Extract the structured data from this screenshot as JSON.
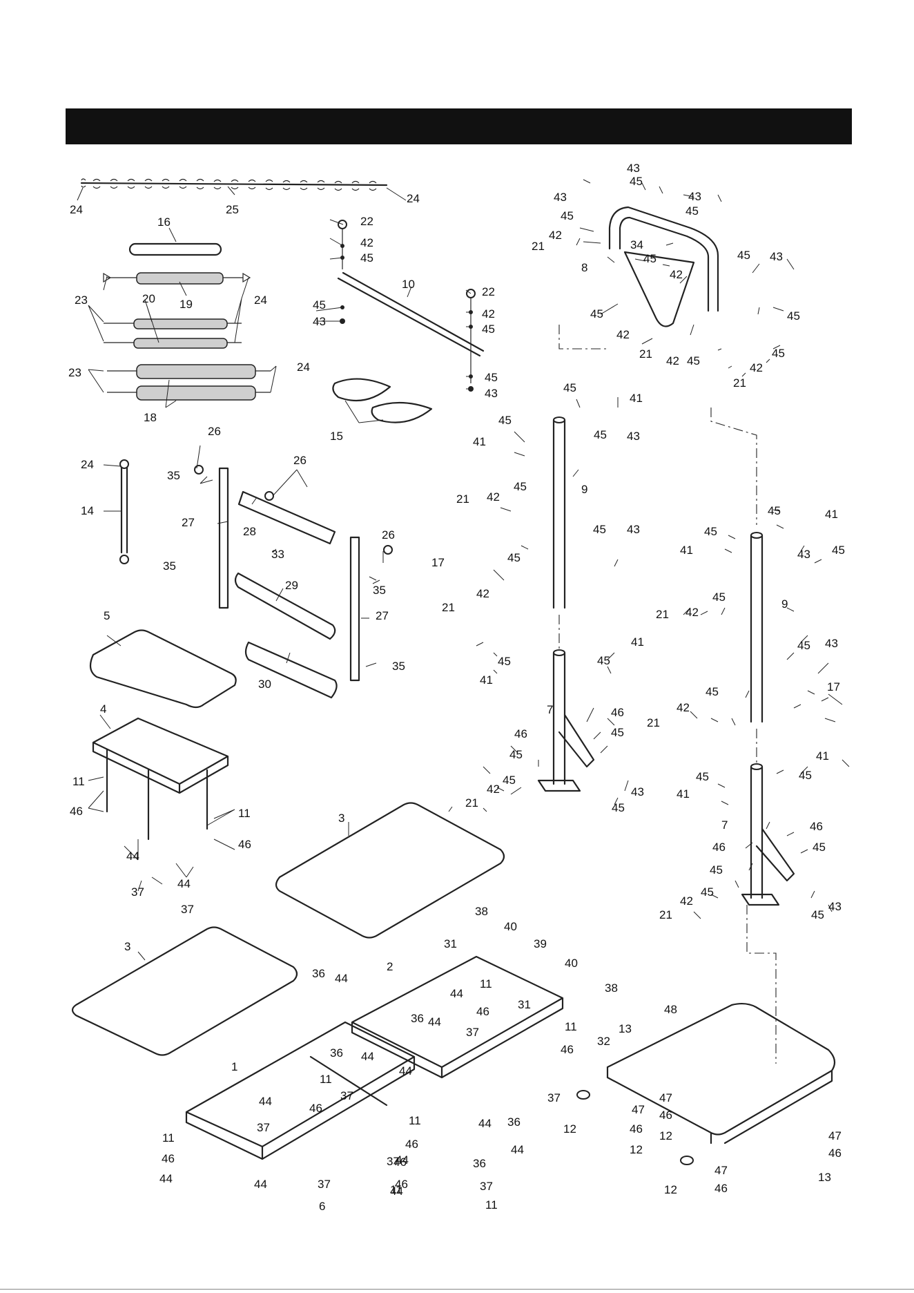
{
  "page": {
    "header_bar_color": "#111111",
    "callouts": [
      {
        "id": "c1",
        "text": "24"
      },
      {
        "id": "c2",
        "text": "25"
      },
      {
        "id": "c3",
        "text": "24"
      },
      {
        "id": "c4",
        "text": "16"
      },
      {
        "id": "c5",
        "text": "23"
      },
      {
        "id": "c6",
        "text": "19"
      },
      {
        "id": "c7",
        "text": "20"
      },
      {
        "id": "c8",
        "text": "24"
      },
      {
        "id": "c9",
        "text": "23"
      },
      {
        "id": "c10",
        "text": "24"
      },
      {
        "id": "c11",
        "text": "18"
      },
      {
        "id": "c12",
        "text": "22"
      },
      {
        "id": "c13",
        "text": "42"
      },
      {
        "id": "c14",
        "text": "45"
      },
      {
        "id": "c15",
        "text": "10"
      },
      {
        "id": "c16",
        "text": "45"
      },
      {
        "id": "c17",
        "text": "43"
      },
      {
        "id": "c18",
        "text": "22"
      },
      {
        "id": "c19",
        "text": "42"
      },
      {
        "id": "c20",
        "text": "45"
      },
      {
        "id": "c21",
        "text": "45"
      },
      {
        "id": "c22",
        "text": "43"
      },
      {
        "id": "c23",
        "text": "15"
      },
      {
        "id": "c24",
        "text": "24"
      },
      {
        "id": "c25",
        "text": "14"
      },
      {
        "id": "c26",
        "text": "26"
      },
      {
        "id": "c27",
        "text": "35"
      },
      {
        "id": "c28",
        "text": "26"
      },
      {
        "id": "c29",
        "text": "27"
      },
      {
        "id": "c30",
        "text": "28"
      },
      {
        "id": "c31",
        "text": "33"
      },
      {
        "id": "c32",
        "text": "26"
      },
      {
        "id": "c33",
        "text": "35"
      },
      {
        "id": "c34",
        "text": "35"
      },
      {
        "id": "c35",
        "text": "29"
      },
      {
        "id": "c36",
        "text": "27"
      },
      {
        "id": "c37",
        "text": "30"
      },
      {
        "id": "c38",
        "text": "35"
      },
      {
        "id": "c39",
        "text": "5"
      },
      {
        "id": "c40",
        "text": "4"
      },
      {
        "id": "c41",
        "text": "11"
      },
      {
        "id": "c42",
        "text": "46"
      },
      {
        "id": "c43",
        "text": "11"
      },
      {
        "id": "c44",
        "text": "46"
      },
      {
        "id": "c45",
        "text": "44"
      },
      {
        "id": "c46",
        "text": "44"
      },
      {
        "id": "c47",
        "text": "37"
      },
      {
        "id": "c48",
        "text": "37"
      },
      {
        "id": "c49",
        "text": "3"
      },
      {
        "id": "c50",
        "text": "3"
      },
      {
        "id": "c51",
        "text": "43"
      },
      {
        "id": "c52",
        "text": "45"
      },
      {
        "id": "c53",
        "text": "43"
      },
      {
        "id": "c54",
        "text": "45"
      },
      {
        "id": "c55",
        "text": "43"
      },
      {
        "id": "c56",
        "text": "45"
      },
      {
        "id": "c57",
        "text": "42"
      },
      {
        "id": "c58",
        "text": "21"
      },
      {
        "id": "c59",
        "text": "34"
      },
      {
        "id": "c60",
        "text": "8"
      },
      {
        "id": "c61",
        "text": "45"
      },
      {
        "id": "c62",
        "text": "42"
      },
      {
        "id": "c63",
        "text": "45"
      },
      {
        "id": "c64",
        "text": "43"
      },
      {
        "id": "c65",
        "text": "45"
      },
      {
        "id": "c66",
        "text": "45"
      },
      {
        "id": "c67",
        "text": "42"
      },
      {
        "id": "c68",
        "text": "21"
      },
      {
        "id": "c69",
        "text": "42"
      },
      {
        "id": "c70",
        "text": "45"
      },
      {
        "id": "c71",
        "text": "45"
      },
      {
        "id": "c72",
        "text": "42"
      },
      {
        "id": "c73",
        "text": "21"
      },
      {
        "id": "c74",
        "text": "45"
      },
      {
        "id": "c75",
        "text": "41"
      },
      {
        "id": "c76",
        "text": "45"
      },
      {
        "id": "c77",
        "text": "41"
      },
      {
        "id": "c78",
        "text": "45"
      },
      {
        "id": "c79",
        "text": "43"
      },
      {
        "id": "c80",
        "text": "45"
      },
      {
        "id": "c81",
        "text": "21"
      },
      {
        "id": "c82",
        "text": "42"
      },
      {
        "id": "c83",
        "text": "9"
      },
      {
        "id": "c84",
        "text": "17"
      },
      {
        "id": "c85",
        "text": "45"
      },
      {
        "id": "c86",
        "text": "43"
      },
      {
        "id": "c87",
        "text": "45"
      },
      {
        "id": "c88",
        "text": "42"
      },
      {
        "id": "c89",
        "text": "21"
      },
      {
        "id": "c90",
        "text": "41"
      },
      {
        "id": "c91",
        "text": "45"
      },
      {
        "id": "c92",
        "text": "41"
      },
      {
        "id": "c93",
        "text": "45"
      },
      {
        "id": "c94",
        "text": "7"
      },
      {
        "id": "c95",
        "text": "46"
      },
      {
        "id": "c96",
        "text": "46"
      },
      {
        "id": "c97",
        "text": "45"
      },
      {
        "id": "c98",
        "text": "45"
      },
      {
        "id": "c99",
        "text": "45"
      },
      {
        "id": "c100",
        "text": "42"
      },
      {
        "id": "c101",
        "text": "21"
      },
      {
        "id": "c102",
        "text": "45"
      },
      {
        "id": "c103",
        "text": "43"
      },
      {
        "id": "c104",
        "text": "45"
      },
      {
        "id": "c105",
        "text": "41"
      },
      {
        "id": "c106",
        "text": "45"
      },
      {
        "id": "c107",
        "text": "41"
      },
      {
        "id": "c108",
        "text": "45"
      },
      {
        "id": "c109",
        "text": "43"
      },
      {
        "id": "c110",
        "text": "21"
      },
      {
        "id": "c111",
        "text": "42"
      },
      {
        "id": "c112",
        "text": "45"
      },
      {
        "id": "c113",
        "text": "9"
      },
      {
        "id": "c114",
        "text": "45"
      },
      {
        "id": "c115",
        "text": "43"
      },
      {
        "id": "c116",
        "text": "17"
      },
      {
        "id": "c117",
        "text": "45"
      },
      {
        "id": "c118",
        "text": "42"
      },
      {
        "id": "c119",
        "text": "21"
      },
      {
        "id": "c120",
        "text": "41"
      },
      {
        "id": "c121",
        "text": "45"
      },
      {
        "id": "c122",
        "text": "45"
      },
      {
        "id": "c123",
        "text": "41"
      },
      {
        "id": "c124",
        "text": "7"
      },
      {
        "id": "c125",
        "text": "46"
      },
      {
        "id": "c126",
        "text": "46"
      },
      {
        "id": "c127",
        "text": "45"
      },
      {
        "id": "c128",
        "text": "45"
      },
      {
        "id": "c129",
        "text": "45"
      },
      {
        "id": "c130",
        "text": "42"
      },
      {
        "id": "c131",
        "text": "43"
      },
      {
        "id": "c132",
        "text": "21"
      },
      {
        "id": "c133",
        "text": "45"
      },
      {
        "id": "c134",
        "text": "38"
      },
      {
        "id": "c135",
        "text": "40"
      },
      {
        "id": "c136",
        "text": "31"
      },
      {
        "id": "c137",
        "text": "39"
      },
      {
        "id": "c138",
        "text": "40"
      },
      {
        "id": "c139",
        "text": "2"
      },
      {
        "id": "c140",
        "text": "36"
      },
      {
        "id": "c141",
        "text": "44"
      },
      {
        "id": "c142",
        "text": "44"
      },
      {
        "id": "c143",
        "text": "11"
      },
      {
        "id": "c144",
        "text": "46"
      },
      {
        "id": "c145",
        "text": "31"
      },
      {
        "id": "c146",
        "text": "38"
      },
      {
        "id": "c147",
        "text": "36"
      },
      {
        "id": "c148",
        "text": "44"
      },
      {
        "id": "c149",
        "text": "37"
      },
      {
        "id": "c150",
        "text": "11"
      },
      {
        "id": "c151",
        "text": "36"
      },
      {
        "id": "c152",
        "text": "44"
      },
      {
        "id": "c153",
        "text": "46"
      },
      {
        "id": "c154",
        "text": "44"
      },
      {
        "id": "c155",
        "text": "1"
      },
      {
        "id": "c156",
        "text": "11"
      },
      {
        "id": "c157",
        "text": "37"
      },
      {
        "id": "c158",
        "text": "44"
      },
      {
        "id": "c159",
        "text": "46"
      },
      {
        "id": "c160",
        "text": "37"
      },
      {
        "id": "c161",
        "text": "11"
      },
      {
        "id": "c162",
        "text": "46"
      },
      {
        "id": "c163",
        "text": "44"
      },
      {
        "id": "c164",
        "text": "36"
      },
      {
        "id": "c165",
        "text": "11"
      },
      {
        "id": "c166",
        "text": "46"
      },
      {
        "id": "c167",
        "text": "44"
      },
      {
        "id": "c168",
        "text": "37"
      },
      {
        "id": "c169",
        "text": "44"
      },
      {
        "id": "c170",
        "text": "36"
      },
      {
        "id": "c171",
        "text": "44"
      },
      {
        "id": "c172",
        "text": "37"
      },
      {
        "id": "c173",
        "text": "11"
      },
      {
        "id": "c174",
        "text": "46"
      },
      {
        "id": "c175",
        "text": "44"
      },
      {
        "id": "c176",
        "text": "37"
      },
      {
        "id": "c177",
        "text": "46"
      },
      {
        "id": "c178",
        "text": "11"
      },
      {
        "id": "c179",
        "text": "44"
      },
      {
        "id": "c180",
        "text": "37"
      },
      {
        "id": "c181",
        "text": "6"
      },
      {
        "id": "c182",
        "text": "48"
      },
      {
        "id": "c183",
        "text": "32"
      },
      {
        "id": "c184",
        "text": "13"
      },
      {
        "id": "c185",
        "text": "12"
      },
      {
        "id": "c186",
        "text": "47"
      },
      {
        "id": "c187",
        "text": "46"
      },
      {
        "id": "c188",
        "text": "12"
      },
      {
        "id": "c189",
        "text": "47"
      },
      {
        "id": "c190",
        "text": "46"
      },
      {
        "id": "c191",
        "text": "12"
      },
      {
        "id": "c192",
        "text": "47"
      },
      {
        "id": "c193",
        "text": "46"
      },
      {
        "id": "c194",
        "text": "13"
      },
      {
        "id": "c195",
        "text": "12"
      },
      {
        "id": "c196",
        "text": "47"
      },
      {
        "id": "c197",
        "text": "46"
      }
    ]
  }
}
